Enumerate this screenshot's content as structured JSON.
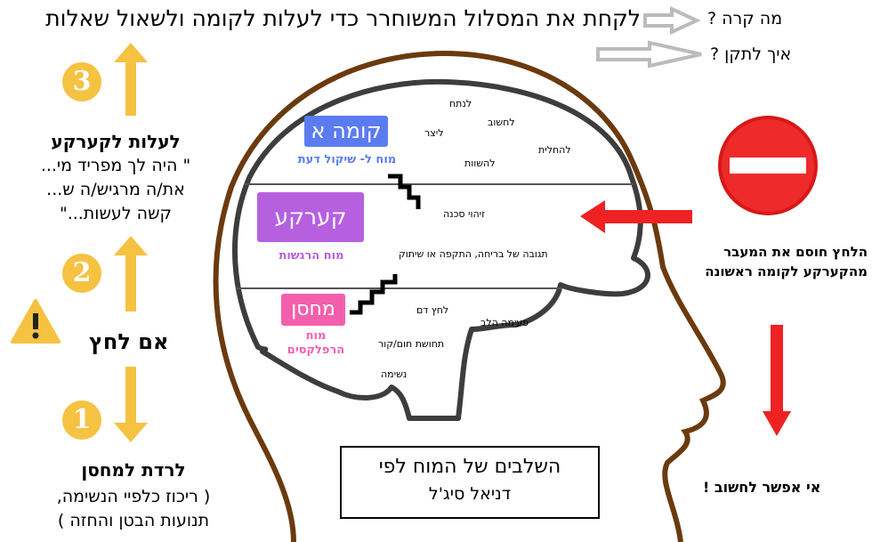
{
  "title": "לקחת את המסלול המשוחרר כדי לעלות לקומה ולשאול שאלות",
  "questions": [
    "מה קרה ?",
    "איך לתקן ?"
  ],
  "floors": {
    "top": {
      "label": "קומה א",
      "caption": "מוח ל- שיקול דעת",
      "color": "#5b7cf0"
    },
    "middle": {
      "label": "קערקע",
      "caption": "מוח הרגשות",
      "color": "#b660e0"
    },
    "bottom": {
      "label": "מחסן",
      "caption1": "מוח",
      "caption2": "הרפלקסים",
      "color": "#f45fad"
    }
  },
  "brain_words": {
    "top": [
      "לנתח",
      "לחשוב",
      "ליצר",
      "להחלית",
      "להשוות"
    ],
    "middle": [
      "זיהוי סכנה",
      "תגובה של בריחה, התקפה או שיתוק"
    ],
    "bottom": [
      "לחץ דם",
      "פעימה הלב",
      "תחושת חום/קור",
      "נשימה"
    ]
  },
  "left": {
    "step3": "3",
    "step2": "2",
    "step1": "1",
    "up_title": "לעלות לקערקע",
    "up_lines": [
      "\" היה לך מפריד מי...",
      "את/ה מרגיש/ה ש...",
      "קשה לעשות...\""
    ],
    "stress": "אם לחץ",
    "down_title": "לרדת למחסן",
    "down_lines": [
      "( ריכוז כלפיי הנשימה,",
      "תנועות הבטן והחזה )"
    ]
  },
  "right": {
    "block_text": [
      "הלחץ חוסם את המעבר",
      "מהקערקע לקומה ראשונה"
    ],
    "cannot_think": "אי אפשר לחשוב !"
  },
  "caption_box": [
    "השלבים של המוח לפי",
    "דניאל סיג'ל"
  ],
  "colors": {
    "arrow_yellow": "#f5c242",
    "arrow_red": "#ee2222",
    "head": "#6b3a0e",
    "brain": "#3d3d3d"
  }
}
